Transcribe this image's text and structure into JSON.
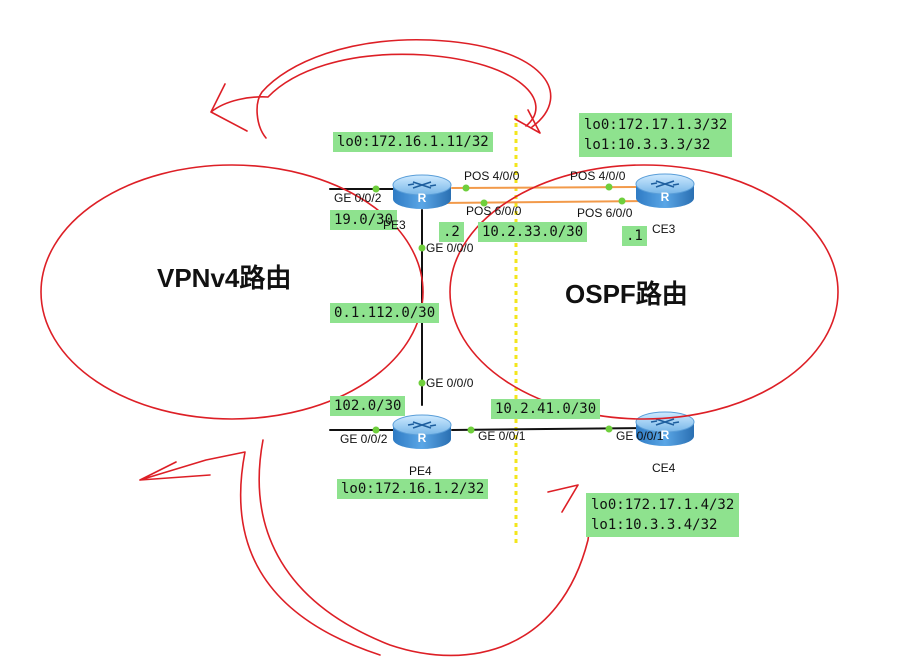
{
  "devices": {
    "pe3": {
      "name": "PE3",
      "loopback": "lo0:172.16.1.11/32"
    },
    "pe4": {
      "name": "PE4",
      "loopback": "lo0:172.16.1.2/32"
    },
    "ce3": {
      "name": "CE3",
      "loopbacks": [
        "lo0:172.17.1.3/32",
        "lo1:10.3.3.3/32"
      ]
    },
    "ce4": {
      "name": "CE4",
      "loopbacks": [
        "lo0:172.17.1.4/32",
        "lo1:10.3.3.4/32"
      ]
    }
  },
  "ports": {
    "pe3_ge002": "GE 0/0/2",
    "pe3_pos400": "POS 4/0/0",
    "pe3_pos600": "POS 6/0/0",
    "pe3_ge000": "GE 0/0/0",
    "ce3_pos400": "POS 4/0/0",
    "ce3_pos600": "POS 6/0/0",
    "pe4_ge000": "GE 0/0/0",
    "pe4_ge002": "GE 0/0/2",
    "pe4_ge001": "GE 0/0/1",
    "ce4_ge001": "GE 0/0/1"
  },
  "subnets": {
    "pe3_left": "19.0/30",
    "pe3_pe4": "0.1.112.0/30",
    "pe4_left": "102.0/30",
    "pe3_ce3": "10.2.33.0/30",
    "pe4_ce4": "10.2.41.0/30",
    "pe3_host": ".2",
    "ce3_host": ".1"
  },
  "regions": {
    "left": "VPNv4路由",
    "right": "OSPF路由"
  },
  "colors": {
    "label_bg": "#8ee28e",
    "annotation": "#dd1f26",
    "divider": "#f3e61c",
    "pos_link": "#f29a4a",
    "router_body": "#3a86cc"
  }
}
